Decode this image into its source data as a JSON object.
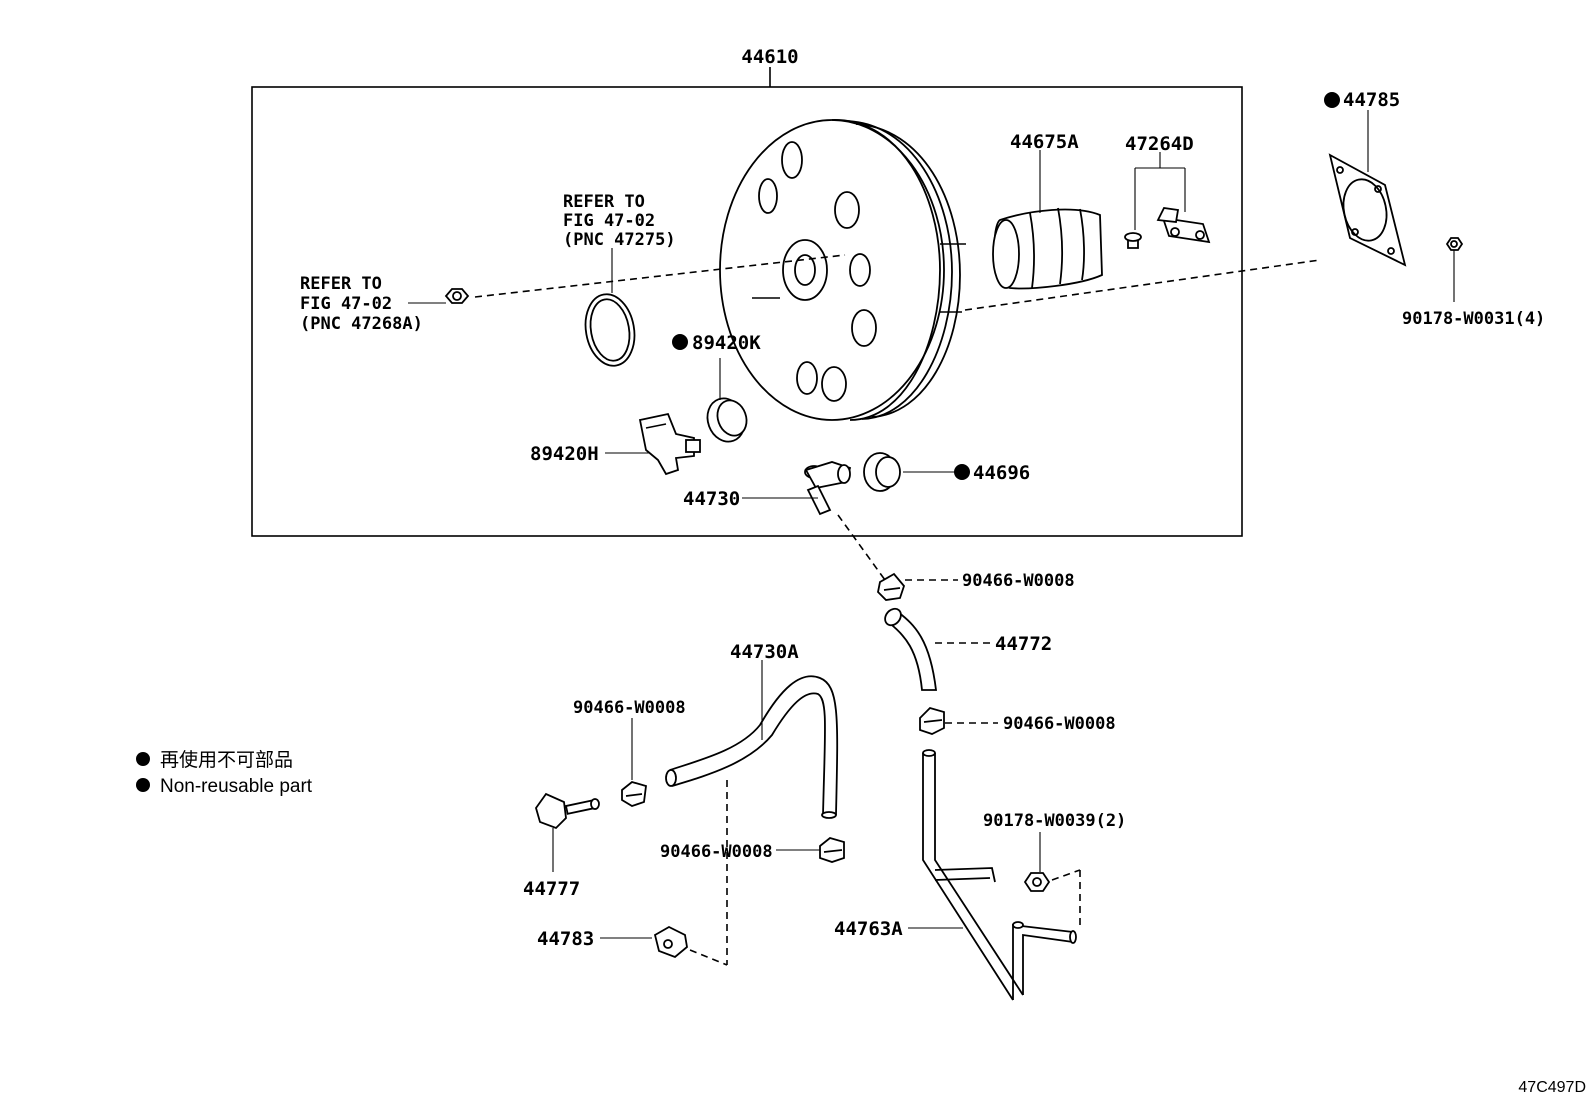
{
  "assembly_label": "44610",
  "labels": {
    "p44785": "44785",
    "p44675A": "44675A",
    "p47264D": "47264D",
    "p90178_W0031": "90178-W0031(4)",
    "refer1_l1": "REFER TO",
    "refer1_l2": "FIG 47-02",
    "refer1_l3": "(PNC 47275)",
    "refer2_l1": "REFER TO",
    "refer2_l2": "FIG 47-02",
    "refer2_l3": "(PNC 47268A)",
    "p89420K": "89420K",
    "p89420H": "89420H",
    "p44730": "44730",
    "p44696": "44696",
    "p90466_a": "90466-W0008",
    "p44772": "44772",
    "p44730A": "44730A",
    "p90466_b": "90466-W0008",
    "p90466_c": "90466-W0008",
    "p90466_d": "90466-W0008",
    "p90178_W0039": "90178-W0039(2)",
    "p44777": "44777",
    "p44763A": "44763A",
    "p44783": "44783"
  },
  "legend": {
    "jp": "再使用不可部品",
    "en": "Non-reusable part"
  },
  "figure_code": "47C497D"
}
